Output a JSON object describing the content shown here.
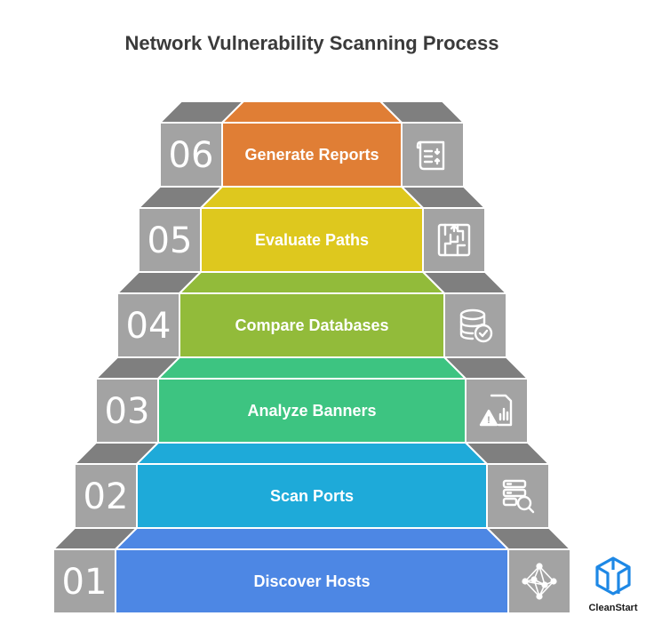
{
  "title": "Network Vulnerability Scanning Process",
  "steps": [
    {
      "number": "06",
      "label": "Generate Reports",
      "icon": "report-document-icon",
      "color": "#E07E35"
    },
    {
      "number": "05",
      "label": "Evaluate Paths",
      "icon": "maze-path-icon",
      "color": "#DEC81E"
    },
    {
      "number": "04",
      "label": "Compare Databases",
      "icon": "database-check-icon",
      "color": "#92BB3A"
    },
    {
      "number": "03",
      "label": "Analyze Banners",
      "icon": "document-warning-chart-icon",
      "color": "#3DC481"
    },
    {
      "number": "02",
      "label": "Scan Ports",
      "icon": "server-search-icon",
      "color": "#1EAAD9"
    },
    {
      "number": "01",
      "label": "Discover Hosts",
      "icon": "network-mesh-icon",
      "color": "#4D87E4"
    }
  ],
  "colors": {
    "side": "#A3A3A3",
    "top": "#7F7F7F",
    "edge": "#FFFFFF",
    "text": "#3A3A3A",
    "logo": "#1E88E5"
  },
  "logo": {
    "text": "CleanStart",
    "icon": "cleanstart-logo-icon"
  }
}
